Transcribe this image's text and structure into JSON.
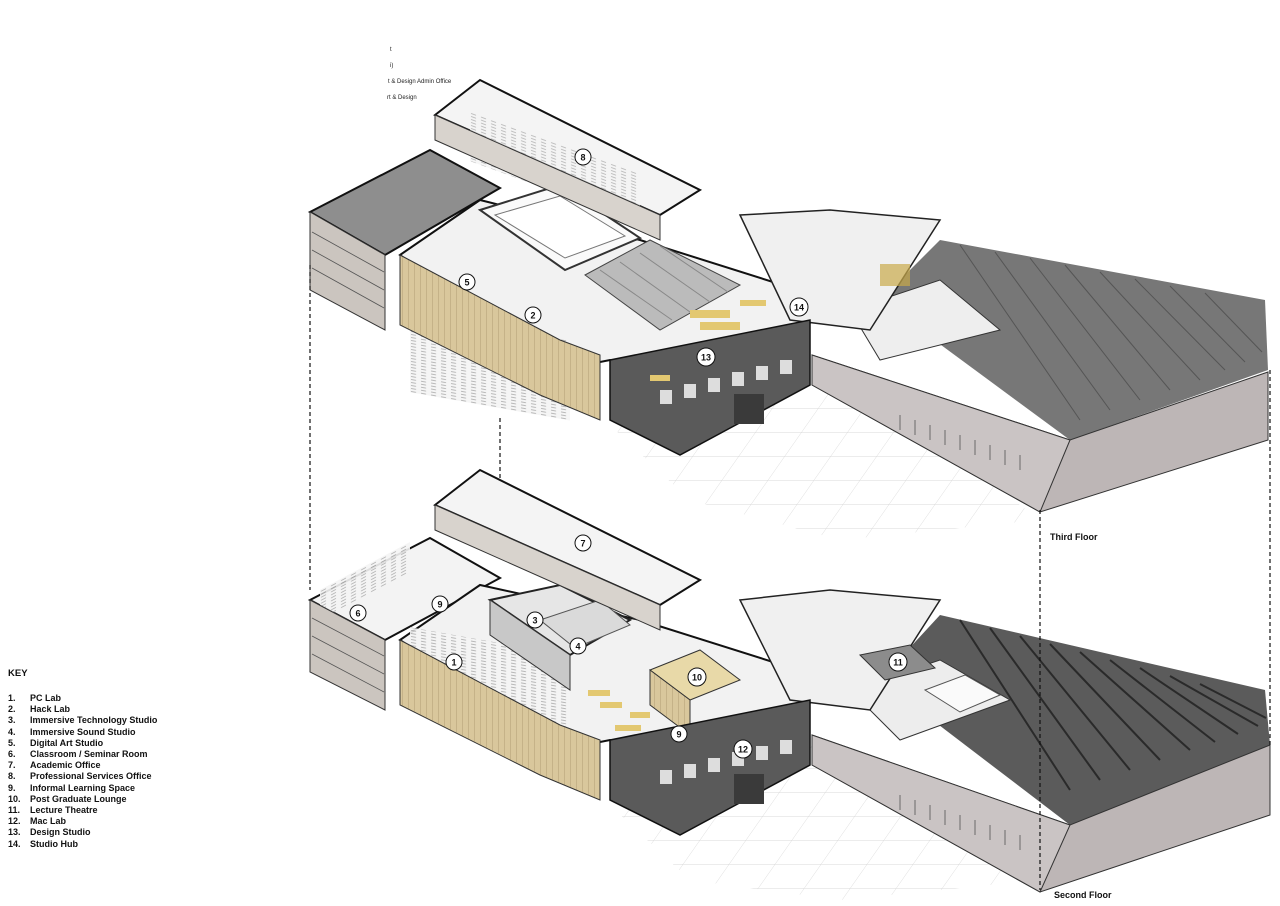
{
  "key": {
    "title": "KEY",
    "items": [
      {
        "num": "1.",
        "label": "PC Lab"
      },
      {
        "num": "2.",
        "label": "Hack Lab"
      },
      {
        "num": "3.",
        "label": "Immersive Technology Studio"
      },
      {
        "num": "4.",
        "label": "Immersive Sound Studio"
      },
      {
        "num": "5.",
        "label": "Digital Art Studio"
      },
      {
        "num": "6.",
        "label": "Classroom / Seminar Room"
      },
      {
        "num": "7.",
        "label": "Academic Office"
      },
      {
        "num": "8.",
        "label": "Professional Services Office"
      },
      {
        "num": "9.",
        "label": "Informal Learning Space"
      },
      {
        "num": "10.",
        "label": "Post Graduate Lounge"
      },
      {
        "num": "11.",
        "label": "Lecture Theatre"
      },
      {
        "num": "12.",
        "label": "Mac Lab"
      },
      {
        "num": "13.",
        "label": "Design Studio"
      },
      {
        "num": "14.",
        "label": "Studio Hub"
      }
    ]
  },
  "floors": {
    "upper": "Third Floor",
    "lower": "Second Floor"
  },
  "fragments": [
    "t",
    "i)",
    "t & Design Admin Office",
    "rt & Design"
  ],
  "markers_third": [
    "8",
    "5",
    "2",
    "13",
    "14"
  ],
  "markers_second": [
    "7",
    "6",
    "9",
    "3",
    "4",
    "1",
    "10",
    "11",
    "9",
    "12"
  ],
  "colors": {
    "roof_dark": "#6b6b6b",
    "wall": "#b9b4b4",
    "timber": "#d9c79c",
    "line": "#111111"
  }
}
